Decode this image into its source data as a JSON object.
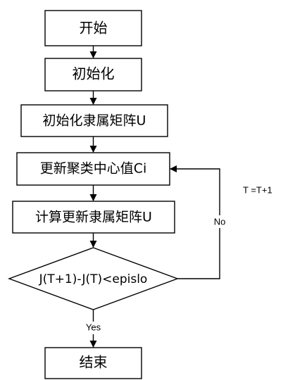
{
  "nodes": {
    "start": "开始",
    "init": "初始化",
    "init_membership": "初始化隶属矩阵U",
    "update_centers": "更新聚类中心值Ci",
    "update_membership": "计算更新隶属矩阵U",
    "decision": "J(T+1)-J(T)<epislo",
    "end": "结束"
  },
  "edges": {
    "no_label": "No",
    "yes_label": "Yes",
    "loop_note": "T =T+1"
  },
  "colors": {
    "stroke": "#000000",
    "fill": "#ffffff"
  }
}
